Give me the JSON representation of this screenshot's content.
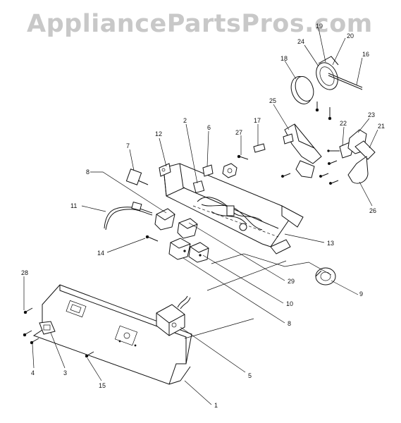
{
  "watermark": "AppliancePartsPros.com",
  "labels": [
    "1",
    "2",
    "3",
    "4",
    "5",
    "6",
    "7",
    "8",
    "8",
    "9",
    "10",
    "11",
    "12",
    "13",
    "14",
    "15",
    "16",
    "17",
    "18",
    "19",
    "20",
    "21",
    "22",
    "23",
    "24",
    "25",
    "26",
    "27",
    "28",
    "29"
  ]
}
